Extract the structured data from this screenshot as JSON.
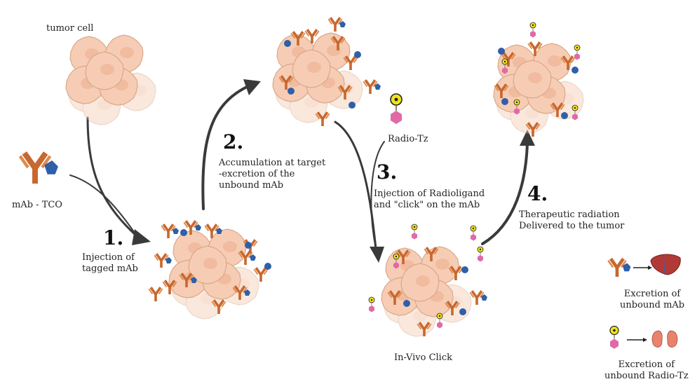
{
  "labels": {
    "tumor_cell": "tumor cell",
    "mab_tco": "mAb - TCO",
    "radio_tz": "Radio-Tz",
    "in_vivo_click": "In-Vivo Click"
  },
  "steps": [
    {
      "number": "1.",
      "lines": [
        "Injection of",
        "tagged mAb"
      ]
    },
    {
      "number": "2.",
      "lines": [
        "Accumulation at target",
        "-excretion of the",
        "unbound mAb"
      ]
    },
    {
      "number": "3.",
      "lines": [
        "Injection of Radioligand",
        "and \"click\" on the mAb"
      ]
    },
    {
      "number": "4.",
      "lines": [
        "Therapeutic radiation",
        "Delivered to the tumor"
      ]
    }
  ],
  "legend": [
    {
      "lines": [
        "Excretion of",
        "unbound mAb"
      ],
      "organ": "liver-icon"
    },
    {
      "lines": [
        "Excretion of",
        "unbound Radio-Tz"
      ],
      "organ": "kidneys-icon"
    }
  ],
  "colors": {
    "cell_fill": "#f6cdb4",
    "cell_stroke": "#d9a88a",
    "antibody": "#c8672e",
    "tco": "#2f5fa8",
    "tz": "#e06aa6",
    "radio": "#f2e21c",
    "arrow": "#3a3a3a"
  }
}
